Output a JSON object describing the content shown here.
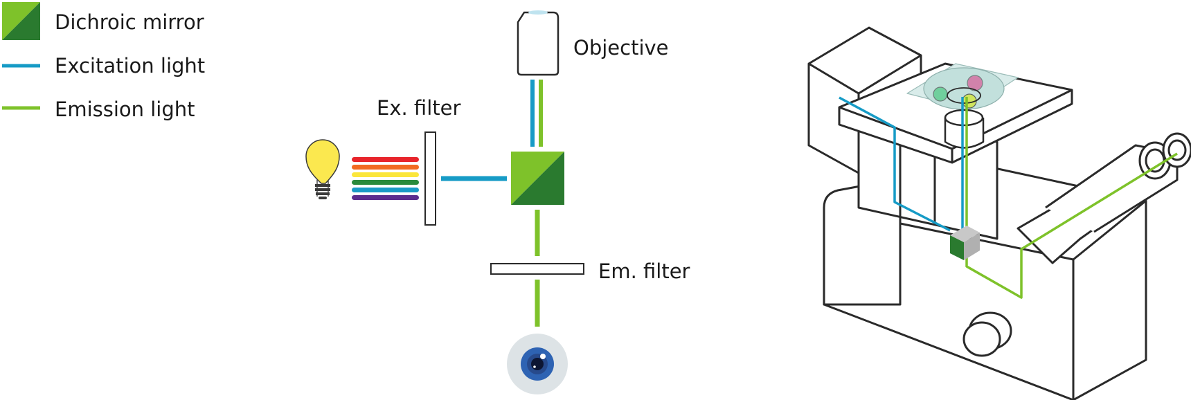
{
  "legend": {
    "dichroic_label": "Dichroic mirror",
    "excitation_label": "Excitation light",
    "emission_label": "Emission light"
  },
  "diagram": {
    "objective_label": "Objective",
    "ex_filter_label": "Ex. filter",
    "em_filter_label": "Em. filter"
  },
  "colors": {
    "excitation": "#169bc6",
    "emission": "#7ec22a",
    "mirror_light": "#7ec22a",
    "mirror_dark": "#2a7a2f",
    "outline": "#2a2a2a",
    "bulb": "#fbe84f",
    "spectrum": [
      "#e8242b",
      "#f26a21",
      "#fbe63b",
      "#2a8a3c",
      "#1a9bc6",
      "#5b2d8e"
    ],
    "eye_iris": "#2e63b3"
  },
  "icons": [
    "light-bulb-icon",
    "eye-icon",
    "dichroic-mirror-icon",
    "objective-icon",
    "microscope-illustration"
  ]
}
